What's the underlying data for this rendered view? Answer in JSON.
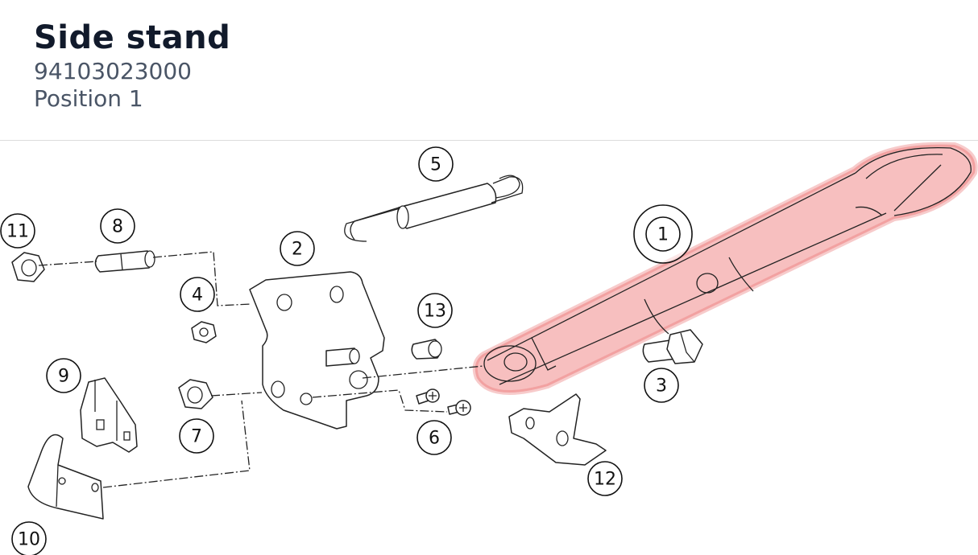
{
  "header": {
    "title": "Side stand",
    "part_number": "94103023000",
    "position": "Position 1"
  },
  "highlight_color": "#f08a8a",
  "callouts": [
    {
      "id": "1",
      "label": "1",
      "highlighted": true
    },
    {
      "id": "2",
      "label": "2"
    },
    {
      "id": "3",
      "label": "3"
    },
    {
      "id": "4",
      "label": "4"
    },
    {
      "id": "5",
      "label": "5"
    },
    {
      "id": "6",
      "label": "6"
    },
    {
      "id": "7",
      "label": "7"
    },
    {
      "id": "8",
      "label": "8"
    },
    {
      "id": "9",
      "label": "9"
    },
    {
      "id": "10",
      "label": "10"
    },
    {
      "id": "11",
      "label": "11"
    },
    {
      "id": "12",
      "label": "12"
    },
    {
      "id": "13",
      "label": "13"
    }
  ]
}
